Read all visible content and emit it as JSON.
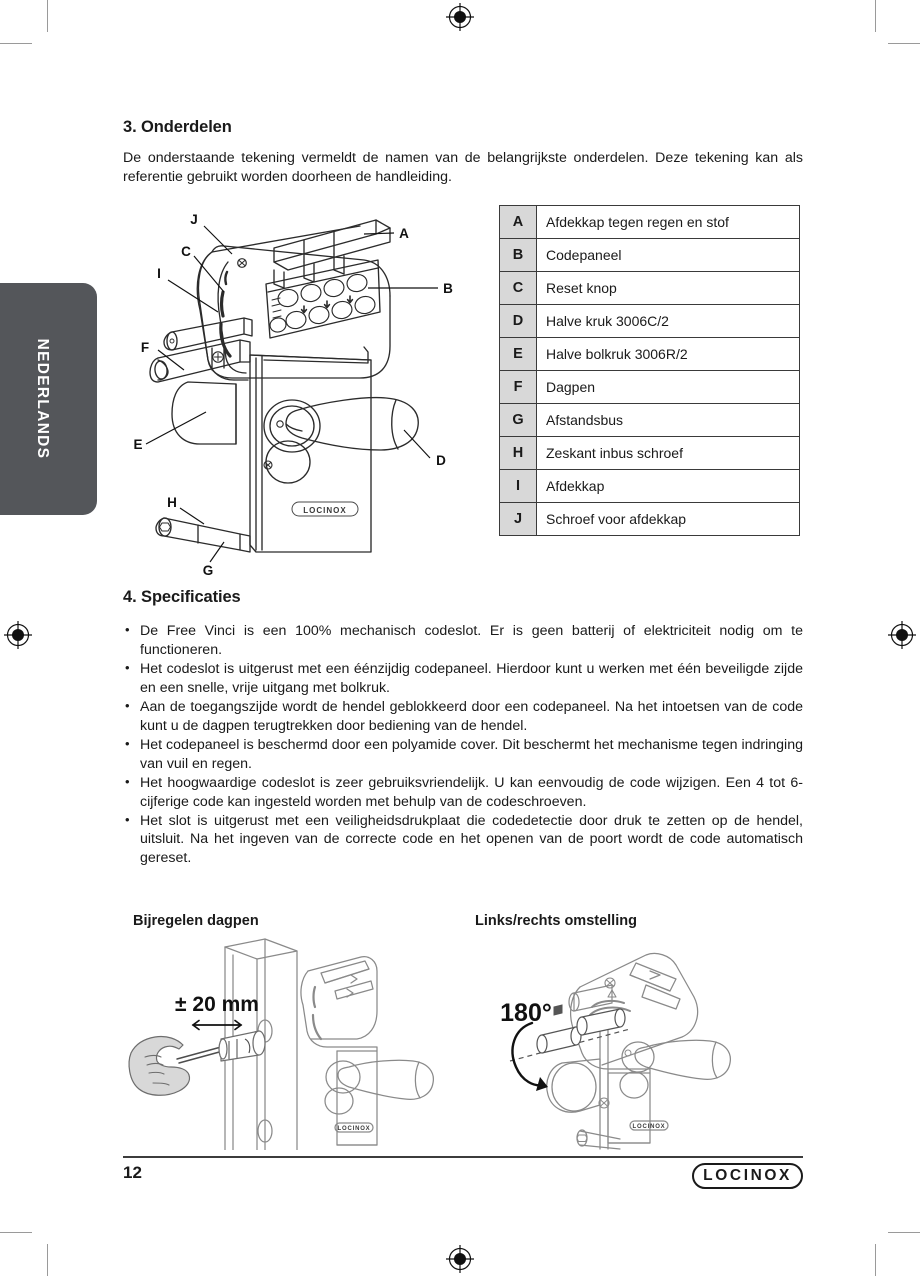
{
  "page": {
    "language_tab": "NEDERLANDS",
    "number": "12",
    "brand": "LOCINOX"
  },
  "section_parts": {
    "heading": "3. Onderdelen",
    "intro": "De onderstaande tekening vermeldt de namen van de belangrijkste onderdelen. Deze tekening kan als referentie gebruikt worden doorheen de handleiding."
  },
  "parts_table": {
    "rows": [
      {
        "key": "A",
        "value": "Afdekkap tegen regen en stof"
      },
      {
        "key": "B",
        "value": "Codepaneel"
      },
      {
        "key": "C",
        "value": "Reset knop"
      },
      {
        "key": "D",
        "value": "Halve kruk 3006C/2"
      },
      {
        "key": "E",
        "value": "Halve bolkruk 3006R/2"
      },
      {
        "key": "F",
        "value": "Dagpen"
      },
      {
        "key": "G",
        "value": "Afstandsbus"
      },
      {
        "key": "H",
        "value": "Zeskant inbus schroef"
      },
      {
        "key": "I",
        "value": "Afdekkap"
      },
      {
        "key": "J",
        "value": "Schroef voor afdekkap"
      }
    ]
  },
  "exploded_diagram": {
    "callouts": [
      "A",
      "B",
      "C",
      "D",
      "E",
      "F",
      "G",
      "H",
      "I",
      "J"
    ],
    "body_logo": "LOCINOX"
  },
  "section_specs": {
    "heading": "4. Specificaties",
    "items": [
      "De Free Vinci is een 100% mechanisch codeslot. Er is geen batterij of elektriciteit nodig om te functioneren.",
      "Het codeslot is uitgerust met een éénzijdig codepaneel. Hierdoor kunt u werken met één beveiligde zijde en een snelle, vrije uitgang met bolkruk.",
      "Aan de toegangszijde wordt de hendel geblokkeerd door een codepaneel. Na het intoetsen van de code kunt u de dagpen terugtrekken door bediening van de hendel.",
      "Het codepaneel is beschermd door een polyamide cover. Dit beschermt het mechanisme tegen indringing van vuil en regen.",
      "Het hoogwaardige codeslot is zeer gebruiksvriendelijk. U kan eenvoudig de code wijzigen. Een 4 tot 6-cijferige code kan ingesteld worden met behulp van de codeschroeven.",
      "Het slot is uitgerust met een veiligheidsdrukplaat die codedetectie door druk te zetten op de hendel, uitsluit. Na het ingeven van de correcte code en het openen van de poort wordt de code automatisch gereset."
    ]
  },
  "figure_left": {
    "heading": "Bijregelen dagpen",
    "dimension_label": "± 20 mm",
    "body_logo": "LOCINOX"
  },
  "figure_right": {
    "heading": "Links/rechts omstelling",
    "rotation_label": "180°",
    "body_logo": "LOCINOX"
  },
  "colors": {
    "tab_background": "#54565a",
    "tab_text": "#ffffff",
    "table_key_background": "#d8d8d8",
    "rule": "#3c3c3c",
    "line_art": "#2b2b2b",
    "line_art_light": "#8a8a8a"
  }
}
